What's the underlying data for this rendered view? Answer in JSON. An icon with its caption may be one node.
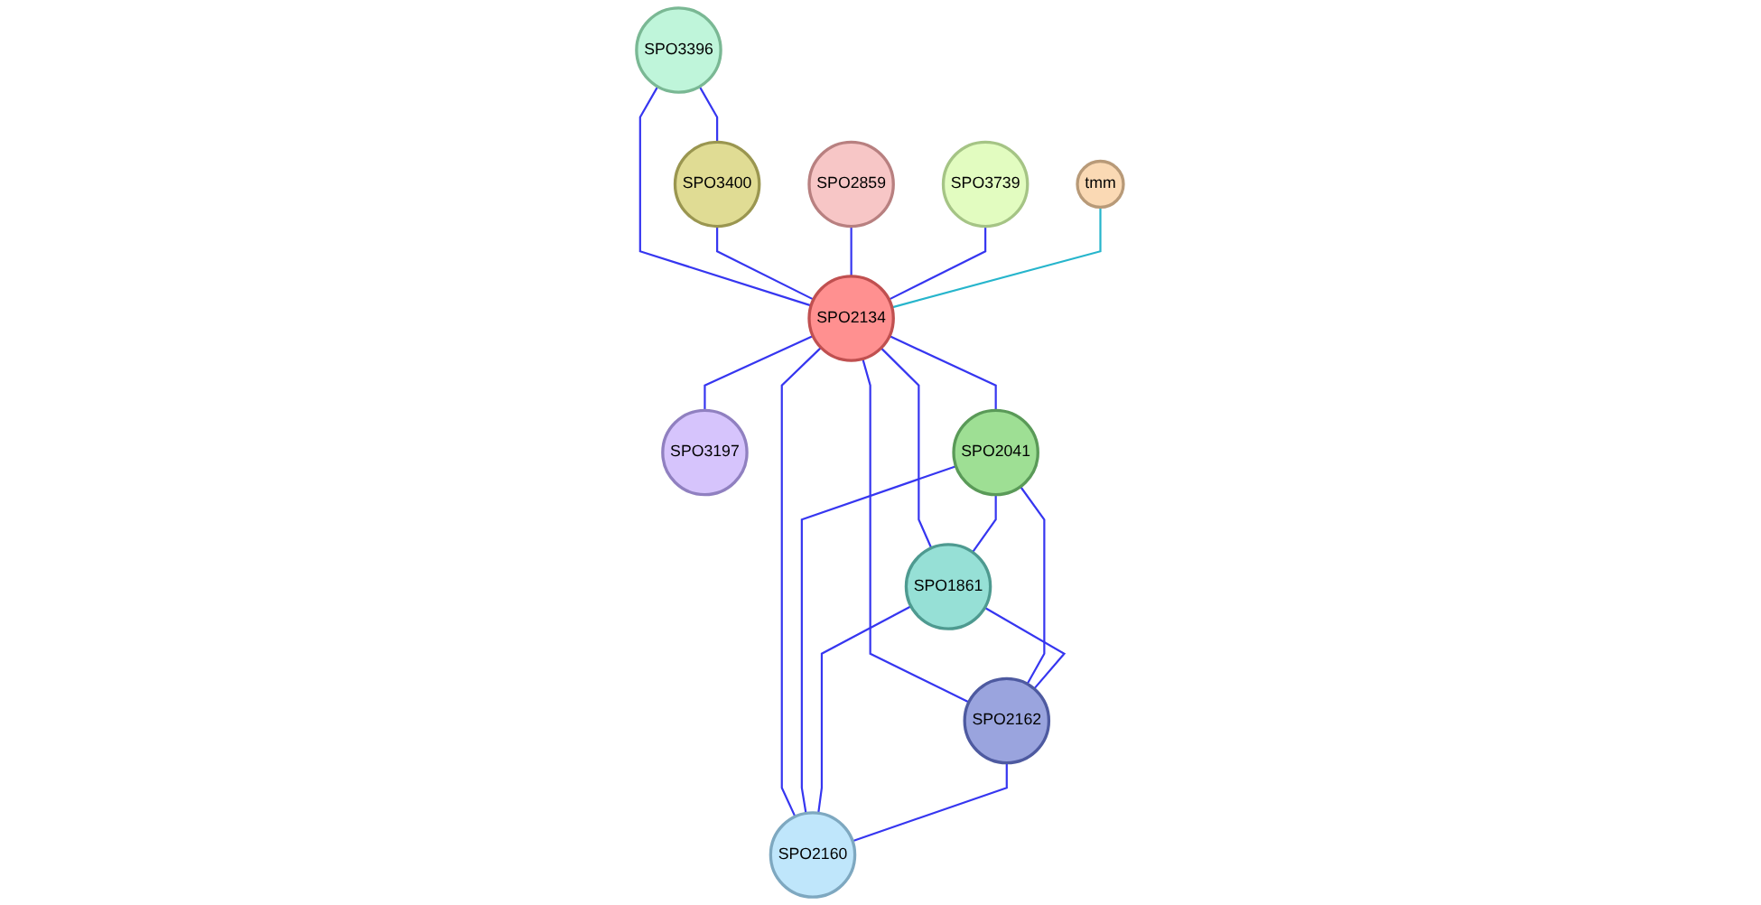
{
  "diagram": {
    "nodes": [
      {
        "text": [
          "SPO3400"
        ]
      },
      {
        "text": [
          "SPO3396"
        ]
      },
      {
        "text": [
          "SPO2859"
        ]
      },
      {
        "text": [
          "SPO3739"
        ]
      },
      {
        "text": [
          "SPO2134"
        ]
      },
      {
        "text": [
          "SPO3197"
        ]
      },
      {
        "text": [
          "tmm"
        ]
      },
      {
        "text": [
          "SPO2041"
        ]
      },
      {
        "text": [
          "SPO1861"
        ]
      },
      {
        "text": [
          "SPO2162"
        ]
      },
      {
        "text": [
          "SPO2160"
        ]
      }
    ],
    "edges": [
      {
        "from": 1,
        "to": 0,
        "arrow": "none"
      },
      {
        "from": 1,
        "to": 4,
        "arrow": "none"
      },
      {
        "from": 0,
        "to": 4,
        "arrow": "none"
      },
      {
        "from": 2,
        "to": 4,
        "arrow": "none"
      },
      {
        "from": 3,
        "to": 4,
        "arrow": "none"
      },
      {
        "from": 4,
        "to": 5,
        "arrow": "none"
      },
      {
        "from": 6,
        "to": 4,
        "arrow": "none",
        "color": "#26b5cc"
      },
      {
        "from": 4,
        "to": 7,
        "arrow": "none"
      },
      {
        "from": 4,
        "to": 8,
        "arrow": "none"
      },
      {
        "from": 4,
        "to": 9,
        "arrow": "none"
      },
      {
        "from": 4,
        "to": 10,
        "arrow": "none"
      },
      {
        "from": 7,
        "to": 8,
        "arrow": "none"
      },
      {
        "from": 7,
        "to": 9,
        "arrow": "none"
      },
      {
        "from": 7,
        "to": 10,
        "arrow": "none"
      },
      {
        "from": 8,
        "to": 9,
        "arrow": "none"
      },
      {
        "from": 8,
        "to": 10,
        "arrow": "none"
      },
      {
        "from": 9,
        "to": 10,
        "arrow": "none"
      }
    ]
  }
}
